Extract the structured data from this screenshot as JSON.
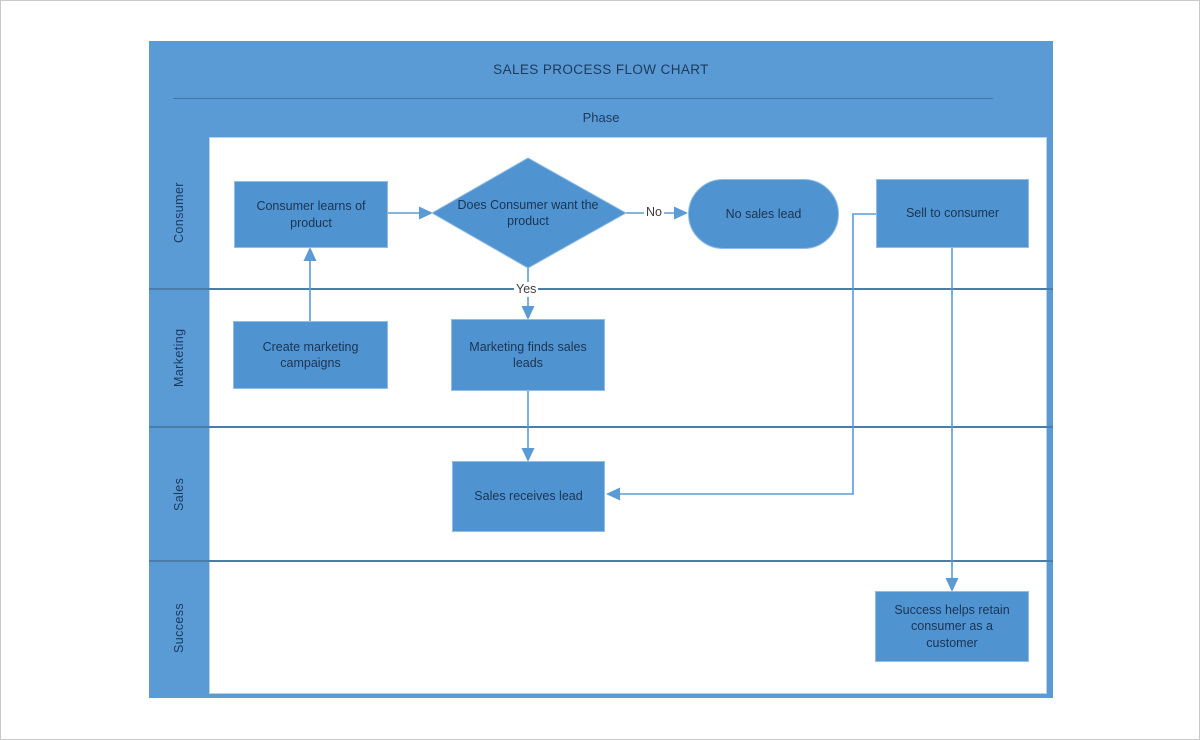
{
  "diagram": {
    "title": "SALES PROCESS FLOW CHART",
    "phase_label": "Phase",
    "lanes": [
      {
        "label": "Consumer"
      },
      {
        "label": "Marketing"
      },
      {
        "label": "Sales"
      },
      {
        "label": "Success"
      }
    ],
    "nodes": {
      "consumer_learns": {
        "label": "Consumer learns of product",
        "type": "process",
        "lane": "Consumer"
      },
      "decision_want_product": {
        "label": "Does Consumer want the product",
        "type": "decision",
        "lane": "Consumer"
      },
      "no_sales_lead": {
        "label": "No sales lead",
        "type": "terminator",
        "lane": "Consumer"
      },
      "sell_to_consumer": {
        "label": "Sell to consumer",
        "type": "process",
        "lane": "Consumer"
      },
      "create_campaigns": {
        "label": "Create marketing campaigns",
        "type": "process",
        "lane": "Marketing"
      },
      "marketing_finds_leads": {
        "label": "Marketing finds sales leads",
        "type": "process",
        "lane": "Marketing"
      },
      "sales_receives_lead": {
        "label": "Sales receives lead",
        "type": "process",
        "lane": "Sales"
      },
      "success_retain": {
        "label": "Success helps retain consumer as a customer",
        "type": "process",
        "lane": "Success"
      }
    },
    "edges": [
      {
        "from": "consumer_learns",
        "to": "decision_want_product",
        "label": ""
      },
      {
        "from": "decision_want_product",
        "to": "no_sales_lead",
        "label": "No"
      },
      {
        "from": "decision_want_product",
        "to": "marketing_finds_leads",
        "label": "Yes"
      },
      {
        "from": "create_campaigns",
        "to": "consumer_learns",
        "label": ""
      },
      {
        "from": "marketing_finds_leads",
        "to": "sales_receives_lead",
        "label": ""
      },
      {
        "from": "sell_to_consumer",
        "to": "sales_receives_lead",
        "label": ""
      },
      {
        "from": "sell_to_consumer",
        "to": "success_retain",
        "label": ""
      }
    ],
    "colors": {
      "frame_blue": "#5b9bd5",
      "node_fill": "#4f94d1",
      "node_border": "#93bde6",
      "lane_line": "#4b7daa",
      "connector": "#5b9bd5",
      "text_dark": "#1b3a5e",
      "edge_label_text": "#3f3f3f"
    }
  }
}
